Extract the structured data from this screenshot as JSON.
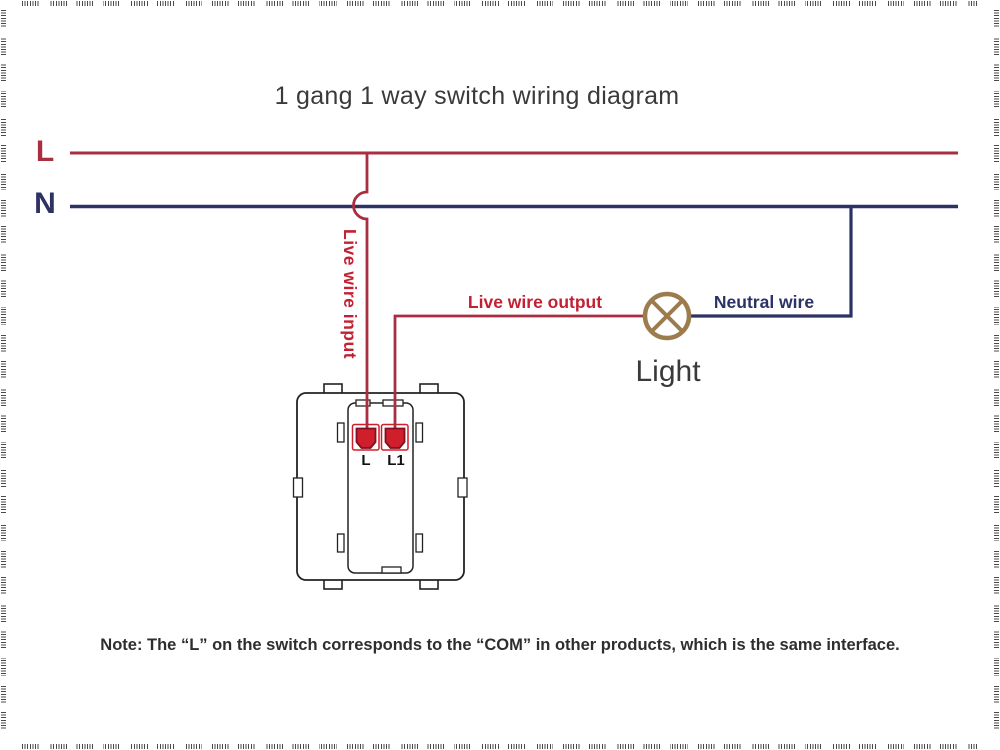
{
  "title": "1 gang 1 way switch wiring diagram",
  "wire_labels": {
    "live": "L",
    "neutral": "N",
    "live_input": "Live wire input",
    "live_output": "Live wire output",
    "neutral_wire": "Neutral wire"
  },
  "light_label": "Light",
  "switch": {
    "terminal_left": "L",
    "terminal_right": "L1"
  },
  "note": "Note: The “L” on the switch corresponds to the “COM” in other products, which is the same interface.",
  "colors": {
    "live_red": "#aa2e42",
    "label_red": "#c42034",
    "terminal_red": "#cf1f2d",
    "terminal_dark_red": "#801020",
    "neutral_navy": "#2c3263",
    "lamp_brown": "#9c7b4d",
    "text_dark": "#3a3a3a",
    "outline_dark": "#222222"
  }
}
